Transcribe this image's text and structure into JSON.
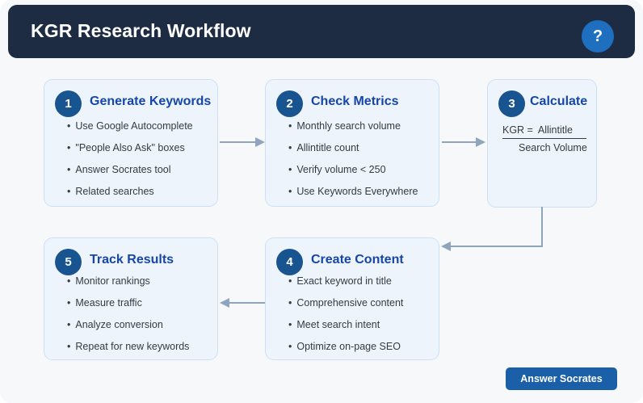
{
  "header": {
    "title": "KGR Research Workflow",
    "help_label": "?",
    "background_color": "#1d2c42",
    "help_color": "#1f6fc0"
  },
  "theme": {
    "page_background": "#f7f8fa",
    "card_background": "#eef4fc",
    "card_border": "#cbe0f7",
    "badge_color": "#18548f",
    "title_color": "#1546a8",
    "body_text_color": "#333b45",
    "connector_color": "#8fa4bd",
    "button_color": "#1a5fa8"
  },
  "steps": [
    {
      "number": "1",
      "title": "Generate Keywords",
      "items": [
        "Use Google Autocomplete",
        "\"People Also Ask\" boxes",
        "Answer Socrates tool",
        "Related searches"
      ]
    },
    {
      "number": "2",
      "title": "Check Metrics",
      "items": [
        "Monthly search volume",
        "Allintitle count",
        "Verify volume < 250",
        "Use Keywords Everywhere"
      ]
    },
    {
      "number": "3",
      "title": "Calculate",
      "formula": {
        "lead": "KGR =",
        "numerator": "Allintitle",
        "denominator": "Search Volume"
      }
    },
    {
      "number": "4",
      "title": "Create Content",
      "items": [
        "Exact keyword in title",
        "Comprehensive content",
        "Meet search intent",
        "Optimize on-page SEO"
      ]
    },
    {
      "number": "5",
      "title": "Track Results",
      "items": [
        "Monitor rankings",
        "Measure traffic",
        "Analyze conversion",
        "Repeat for new keywords"
      ]
    }
  ],
  "footer": {
    "button_label": "Answer Socrates"
  }
}
